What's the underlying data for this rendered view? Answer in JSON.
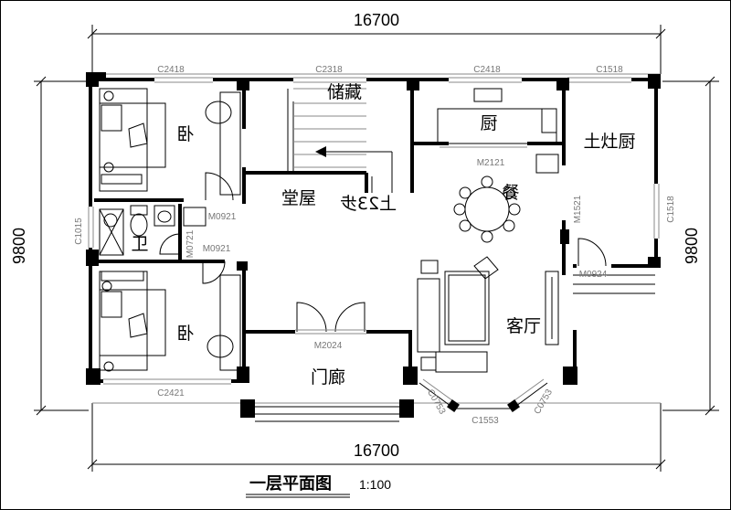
{
  "dimensions": {
    "top_width": "16700",
    "bottom_width": "16700",
    "left_height": "9800",
    "right_height": "9800"
  },
  "rooms": {
    "bedroom_top": "卧",
    "bedroom_bottom": "卧",
    "storage": "储藏",
    "kitchen": "厨",
    "stove_kitchen": "土灶厨",
    "hall": "堂屋",
    "dining": "餐",
    "bathroom": "卫",
    "living": "客厅",
    "porch": "门廊"
  },
  "stair_note": "上23步",
  "codes": {
    "c2418_a": "C2418",
    "c2318": "C2318",
    "c2418_b": "C2418",
    "c1518_top": "C1518",
    "m2121": "M2121",
    "m0921_a": "M0921",
    "m0921_b": "M0921",
    "m0721": "M0721",
    "c1015": "C1015",
    "m1521": "M1521",
    "c1518_right": "C1518",
    "m0924": "M0924",
    "m2024": "M2024",
    "c2421": "C2421",
    "c0753_left": "C0753",
    "c0753_right": "C0753",
    "c1553": "C1553"
  },
  "title": "一层平面图",
  "scale": "1:100"
}
